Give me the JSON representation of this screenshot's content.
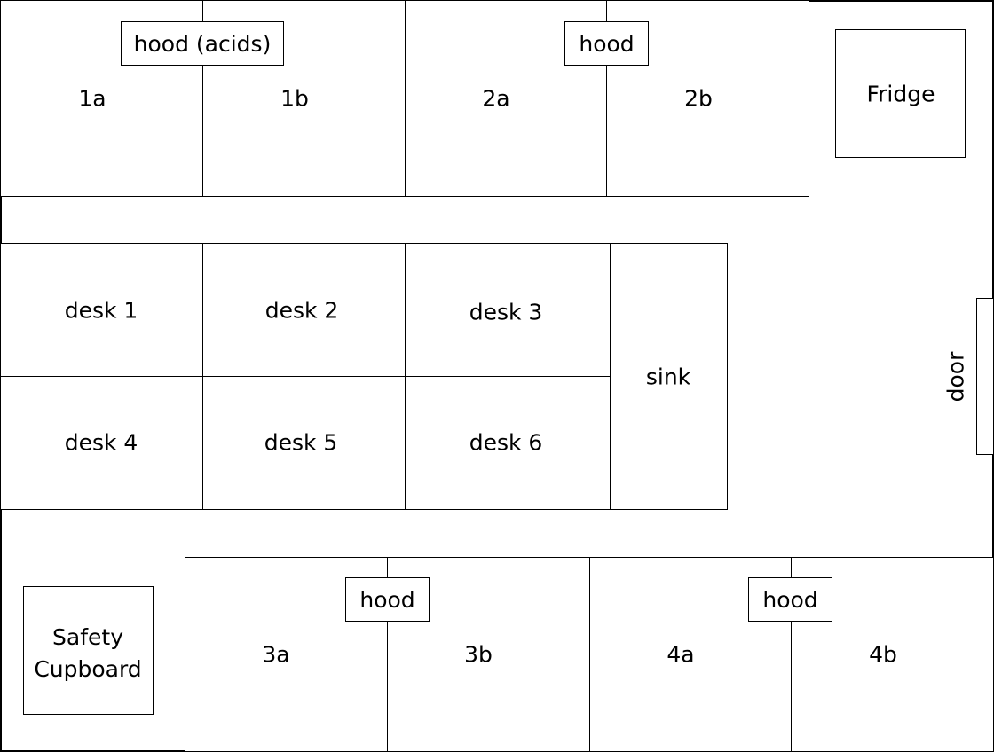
{
  "bench_top": {
    "labels": [
      "1a",
      "1b",
      "2a",
      "2b"
    ],
    "hoods": [
      "hood (acids)",
      "hood"
    ]
  },
  "fridge": {
    "label": "Fridge"
  },
  "desks": [
    "desk 1",
    "desk 2",
    "desk 3",
    "desk 4",
    "desk 5",
    "desk 6"
  ],
  "sink": {
    "label": "sink"
  },
  "door": {
    "label": "door"
  },
  "safety_cupboard": {
    "line1": "Safety",
    "line2": "Cupboard"
  },
  "bench_bottom": {
    "labels": [
      "3a",
      "3b",
      "4a",
      "4b"
    ],
    "hoods": [
      "hood",
      "hood"
    ]
  }
}
